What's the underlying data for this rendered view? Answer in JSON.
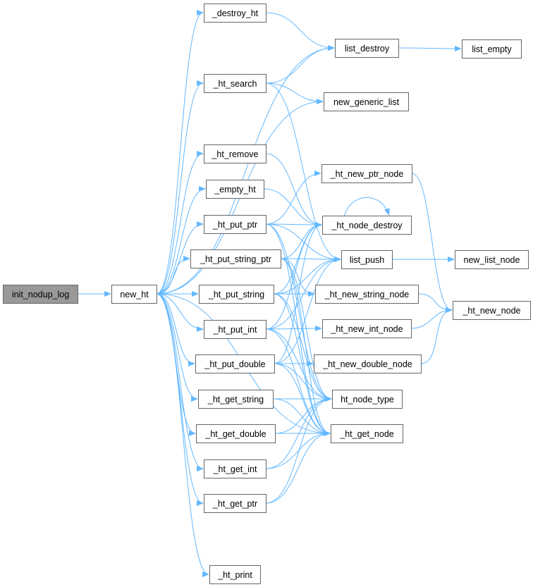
{
  "diagram": {
    "title": "",
    "colors": {
      "edge": "#63b8ff",
      "node_border": "#666666",
      "node_fill": "#ffffff",
      "root_fill": "#999999",
      "text": "#000000"
    },
    "nodes": [
      {
        "id": "init_nodup_log",
        "label": "init_nodup_log",
        "root": true
      },
      {
        "id": "new_ht",
        "label": "new_ht"
      },
      {
        "id": "_destroy_ht",
        "label": "_destroy_ht"
      },
      {
        "id": "_ht_search",
        "label": "_ht_search"
      },
      {
        "id": "_ht_remove",
        "label": "_ht_remove"
      },
      {
        "id": "_empty_ht",
        "label": "_empty_ht"
      },
      {
        "id": "_ht_put_ptr",
        "label": "_ht_put_ptr"
      },
      {
        "id": "_ht_put_string_ptr",
        "label": "_ht_put_string_ptr"
      },
      {
        "id": "_ht_put_string",
        "label": "_ht_put_string"
      },
      {
        "id": "_ht_put_int",
        "label": "_ht_put_int"
      },
      {
        "id": "_ht_put_double",
        "label": "_ht_put_double"
      },
      {
        "id": "_ht_get_string",
        "label": "_ht_get_string"
      },
      {
        "id": "_ht_get_double",
        "label": "_ht_get_double"
      },
      {
        "id": "_ht_get_int",
        "label": "_ht_get_int"
      },
      {
        "id": "_ht_get_ptr",
        "label": "_ht_get_ptr"
      },
      {
        "id": "_ht_print",
        "label": "_ht_print"
      },
      {
        "id": "list_destroy",
        "label": "list_destroy"
      },
      {
        "id": "new_generic_list",
        "label": "new_generic_list"
      },
      {
        "id": "_ht_new_ptr_node",
        "label": "_ht_new_ptr_node"
      },
      {
        "id": "_ht_node_destroy",
        "label": "_ht_node_destroy"
      },
      {
        "id": "list_push",
        "label": "list_push"
      },
      {
        "id": "_ht_new_string_node",
        "label": "_ht_new_string_node"
      },
      {
        "id": "_ht_new_int_node",
        "label": "_ht_new_int_node"
      },
      {
        "id": "_ht_new_double_node",
        "label": "_ht_new_double_node"
      },
      {
        "id": "ht_node_type",
        "label": "ht_node_type"
      },
      {
        "id": "_ht_get_node",
        "label": "_ht_get_node"
      },
      {
        "id": "list_empty",
        "label": "list_empty"
      },
      {
        "id": "new_list_node",
        "label": "new_list_node"
      },
      {
        "id": "_ht_new_node",
        "label": "_ht_new_node"
      }
    ],
    "edges": [
      [
        "init_nodup_log",
        "new_ht"
      ],
      [
        "new_ht",
        "_destroy_ht"
      ],
      [
        "new_ht",
        "list_destroy"
      ],
      [
        "new_ht",
        "_ht_search"
      ],
      [
        "new_ht",
        "new_generic_list"
      ],
      [
        "new_ht",
        "_ht_remove"
      ],
      [
        "new_ht",
        "_empty_ht"
      ],
      [
        "new_ht",
        "_ht_put_ptr"
      ],
      [
        "new_ht",
        "_ht_put_string_ptr"
      ],
      [
        "new_ht",
        "_ht_put_string"
      ],
      [
        "new_ht",
        "_ht_put_int"
      ],
      [
        "new_ht",
        "_ht_put_double"
      ],
      [
        "new_ht",
        "_ht_get_string"
      ],
      [
        "new_ht",
        "_ht_get_double"
      ],
      [
        "new_ht",
        "_ht_get_int"
      ],
      [
        "new_ht",
        "_ht_get_ptr"
      ],
      [
        "new_ht",
        "_ht_get_node"
      ],
      [
        "new_ht",
        "_ht_print"
      ],
      [
        "_destroy_ht",
        "list_destroy"
      ],
      [
        "list_destroy",
        "list_empty"
      ],
      [
        "_ht_search",
        "list_destroy"
      ],
      [
        "_ht_search",
        "new_generic_list"
      ],
      [
        "_ht_search",
        "list_push"
      ],
      [
        "_ht_remove",
        "_ht_node_destroy"
      ],
      [
        "_empty_ht",
        "_ht_node_destroy"
      ],
      [
        "_ht_node_destroy",
        "_ht_node_destroy"
      ],
      [
        "_ht_put_ptr",
        "_ht_new_ptr_node"
      ],
      [
        "_ht_put_ptr",
        "_ht_node_destroy"
      ],
      [
        "_ht_put_ptr",
        "list_push"
      ],
      [
        "_ht_put_ptr",
        "ht_node_type"
      ],
      [
        "_ht_put_ptr",
        "_ht_get_node"
      ],
      [
        "_ht_put_string_ptr",
        "_ht_node_destroy"
      ],
      [
        "_ht_put_string_ptr",
        "list_push"
      ],
      [
        "_ht_put_string_ptr",
        "_ht_new_string_node"
      ],
      [
        "_ht_put_string_ptr",
        "ht_node_type"
      ],
      [
        "_ht_put_string_ptr",
        "_ht_get_node"
      ],
      [
        "_ht_put_string",
        "_ht_node_destroy"
      ],
      [
        "_ht_put_string",
        "list_push"
      ],
      [
        "_ht_put_string",
        "_ht_new_string_node"
      ],
      [
        "_ht_put_string",
        "ht_node_type"
      ],
      [
        "_ht_put_string",
        "_ht_get_node"
      ],
      [
        "_ht_put_int",
        "_ht_node_destroy"
      ],
      [
        "_ht_put_int",
        "list_push"
      ],
      [
        "_ht_put_int",
        "_ht_new_int_node"
      ],
      [
        "_ht_put_int",
        "ht_node_type"
      ],
      [
        "_ht_put_int",
        "_ht_get_node"
      ],
      [
        "_ht_put_double",
        "_ht_node_destroy"
      ],
      [
        "_ht_put_double",
        "list_push"
      ],
      [
        "_ht_put_double",
        "_ht_new_double_node"
      ],
      [
        "_ht_put_double",
        "ht_node_type"
      ],
      [
        "_ht_put_double",
        "_ht_get_node"
      ],
      [
        "_ht_get_string",
        "ht_node_type"
      ],
      [
        "_ht_get_string",
        "_ht_get_node"
      ],
      [
        "_ht_get_double",
        "ht_node_type"
      ],
      [
        "_ht_get_double",
        "_ht_get_node"
      ],
      [
        "_ht_get_int",
        "ht_node_type"
      ],
      [
        "_ht_get_int",
        "_ht_get_node"
      ],
      [
        "_ht_get_ptr",
        "ht_node_type"
      ],
      [
        "_ht_get_ptr",
        "_ht_get_node"
      ],
      [
        "list_push",
        "new_list_node"
      ],
      [
        "_ht_new_ptr_node",
        "_ht_new_node"
      ],
      [
        "_ht_new_string_node",
        "_ht_new_node"
      ],
      [
        "_ht_new_int_node",
        "_ht_new_node"
      ],
      [
        "_ht_new_double_node",
        "_ht_new_node"
      ]
    ]
  }
}
